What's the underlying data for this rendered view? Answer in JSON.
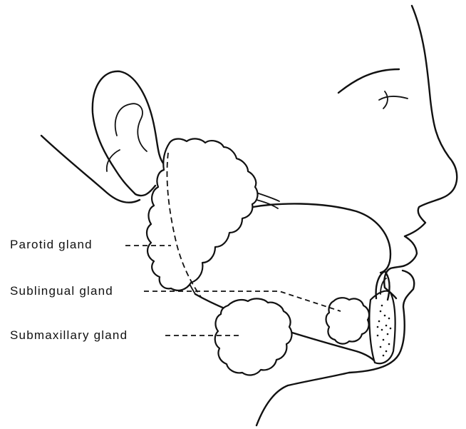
{
  "labels": {
    "parotid": "Parotid gland",
    "sublingual": "Sublingual gland",
    "submaxillary": "Submaxillary gland"
  },
  "colors": {
    "ink": "#111111",
    "background": "#ffffff"
  }
}
